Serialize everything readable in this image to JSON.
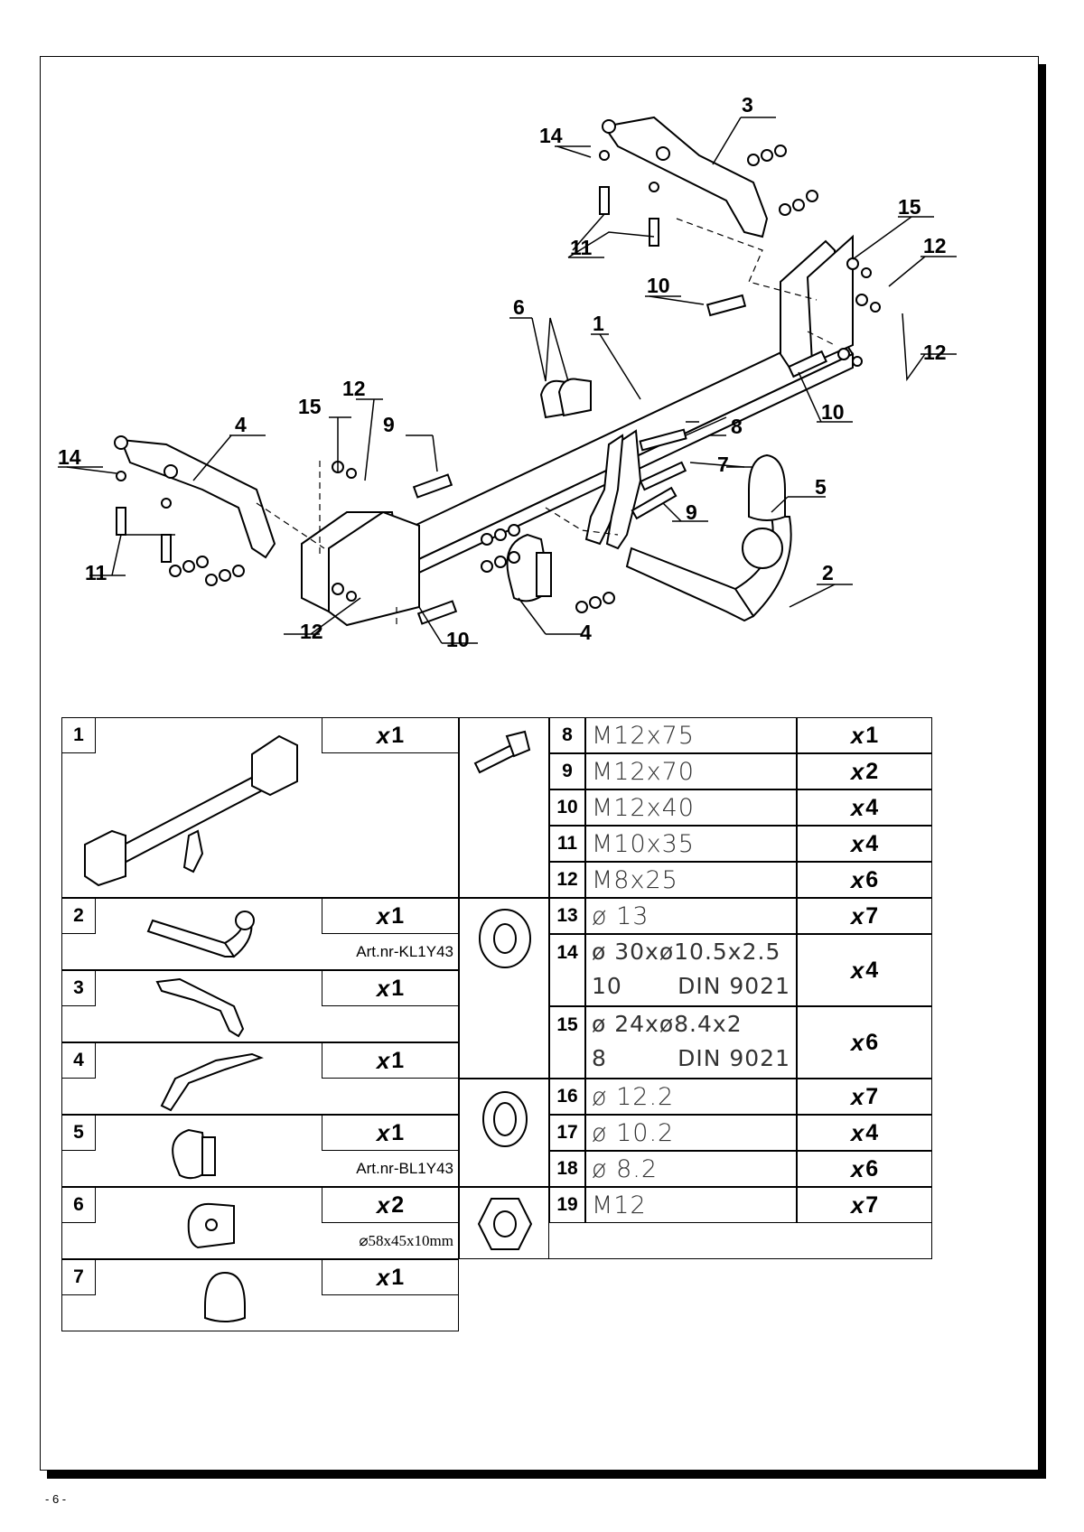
{
  "page_number": "- 6 -",
  "diagram": {
    "callouts": [
      "1",
      "2",
      "3",
      "4",
      "5",
      "6",
      "7",
      "8",
      "9",
      "9",
      "10",
      "10",
      "10",
      "11",
      "11",
      "12",
      "12",
      "12",
      "12",
      "14",
      "14",
      "15",
      "15"
    ]
  },
  "parts_left": [
    {
      "num": "1",
      "qty_x": "x",
      "qty": "1",
      "note": ""
    },
    {
      "num": "2",
      "qty_x": "x",
      "qty": "1",
      "note": "Art.nr-KL1Y43"
    },
    {
      "num": "3",
      "qty_x": "x",
      "qty": "1",
      "note": ""
    },
    {
      "num": "4",
      "qty_x": "x",
      "qty": "1",
      "note": ""
    },
    {
      "num": "5",
      "qty_x": "x",
      "qty": "1",
      "note": "Art.nr-BL1Y43"
    },
    {
      "num": "6",
      "qty_x": "x",
      "qty": "2",
      "note": "⌀58x45x10mm"
    },
    {
      "num": "7",
      "qty_x": "x",
      "qty": "1",
      "note": ""
    }
  ],
  "parts_right": [
    {
      "num": "8",
      "spec": "M12x75",
      "qty_x": "x",
      "qty": "1"
    },
    {
      "num": "9",
      "spec": "M12x70",
      "qty_x": "x",
      "qty": "2"
    },
    {
      "num": "10",
      "spec": "M12x40",
      "qty_x": "x",
      "qty": "4"
    },
    {
      "num": "11",
      "spec": "M10x35",
      "qty_x": "x",
      "qty": "4"
    },
    {
      "num": "12",
      "spec": "M8x25",
      "qty_x": "x",
      "qty": "6"
    },
    {
      "num": "13",
      "spec": "ø 13",
      "qty_x": "x",
      "qty": "7"
    },
    {
      "num": "14",
      "spec": "ø 30xø10.5x2.5",
      "spec2a": "10",
      "spec2b": "DIN 9021",
      "qty_x": "x",
      "qty": "4"
    },
    {
      "num": "15",
      "spec": "ø 24xø8.4x2",
      "spec2a": "8",
      "spec2b": "DIN 9021",
      "qty_x": "x",
      "qty": "6"
    },
    {
      "num": "16",
      "spec": "ø 12.2",
      "qty_x": "x",
      "qty": "7"
    },
    {
      "num": "17",
      "spec": "ø 10.2",
      "qty_x": "x",
      "qty": "4"
    },
    {
      "num": "18",
      "spec": "ø 8.2",
      "qty_x": "x",
      "qty": "6"
    },
    {
      "num": "19",
      "spec": "M12",
      "qty_x": "x",
      "qty": "7"
    }
  ]
}
